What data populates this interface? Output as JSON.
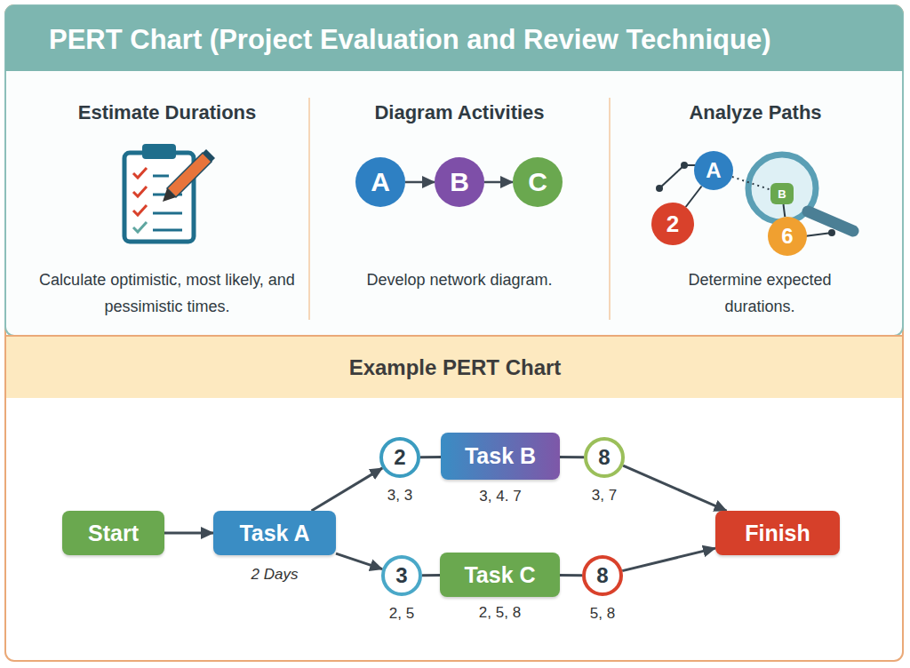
{
  "diagram": {
    "title": "PERT Chart (Project Evaluation and Review Technique)",
    "nodes": [
      {
        "text": [
          "A"
        ]
      },
      {
        "text": [
          "B"
        ]
      },
      {
        "text": [
          "C"
        ]
      },
      {
        "text": [
          "A"
        ]
      },
      {
        "text": [
          "2"
        ]
      },
      {
        "text": [
          "B"
        ]
      },
      {
        "text": [
          "6"
        ]
      },
      {
        "text": [
          "Start"
        ]
      },
      {
        "text": [
          "Task A",
          "2 Days"
        ]
      },
      {
        "text": [
          "2",
          "3, 3"
        ]
      },
      {
        "text": [
          "Task B",
          "3, 4. 7"
        ]
      },
      {
        "text": [
          "8",
          "3, 7"
        ]
      },
      {
        "text": [
          "3",
          "2, 5"
        ]
      },
      {
        "text": [
          "Task C",
          "2, 5, 8"
        ]
      },
      {
        "text": [
          "8",
          "5, 8"
        ]
      },
      {
        "text": [
          "Finish"
        ]
      }
    ],
    "edges": [
      {
        "from": 0,
        "to": 1,
        "arrow": "to"
      },
      {
        "from": 1,
        "to": 2,
        "arrow": "to"
      },
      {
        "from": 4,
        "to": 3,
        "arrow": "none"
      },
      {
        "from": 3,
        "to": 5,
        "arrow": "none"
      },
      {
        "from": 5,
        "to": 6,
        "arrow": "none"
      },
      {
        "from": 7,
        "to": 8,
        "arrow": "to"
      },
      {
        "from": 8,
        "to": 9,
        "arrow": "to"
      },
      {
        "from": 8,
        "to": 12,
        "arrow": "to"
      },
      {
        "from": 9,
        "to": 10,
        "arrow": "none"
      },
      {
        "from": 10,
        "to": 11,
        "arrow": "none"
      },
      {
        "from": 11,
        "to": 15,
        "arrow": "to"
      },
      {
        "from": 12,
        "to": 13,
        "arrow": "none"
      },
      {
        "from": 13,
        "to": 14,
        "arrow": "none"
      },
      {
        "from": 14,
        "to": 15,
        "arrow": "to"
      }
    ],
    "labels": [
      "Estimate Durations",
      "Calculate optimistic, most likely, and pessimistic times.",
      "Diagram Activities",
      "Develop network diagram.",
      "Analyze Paths",
      "Determine expected durations.",
      "Example PERT Chart"
    ]
  }
}
